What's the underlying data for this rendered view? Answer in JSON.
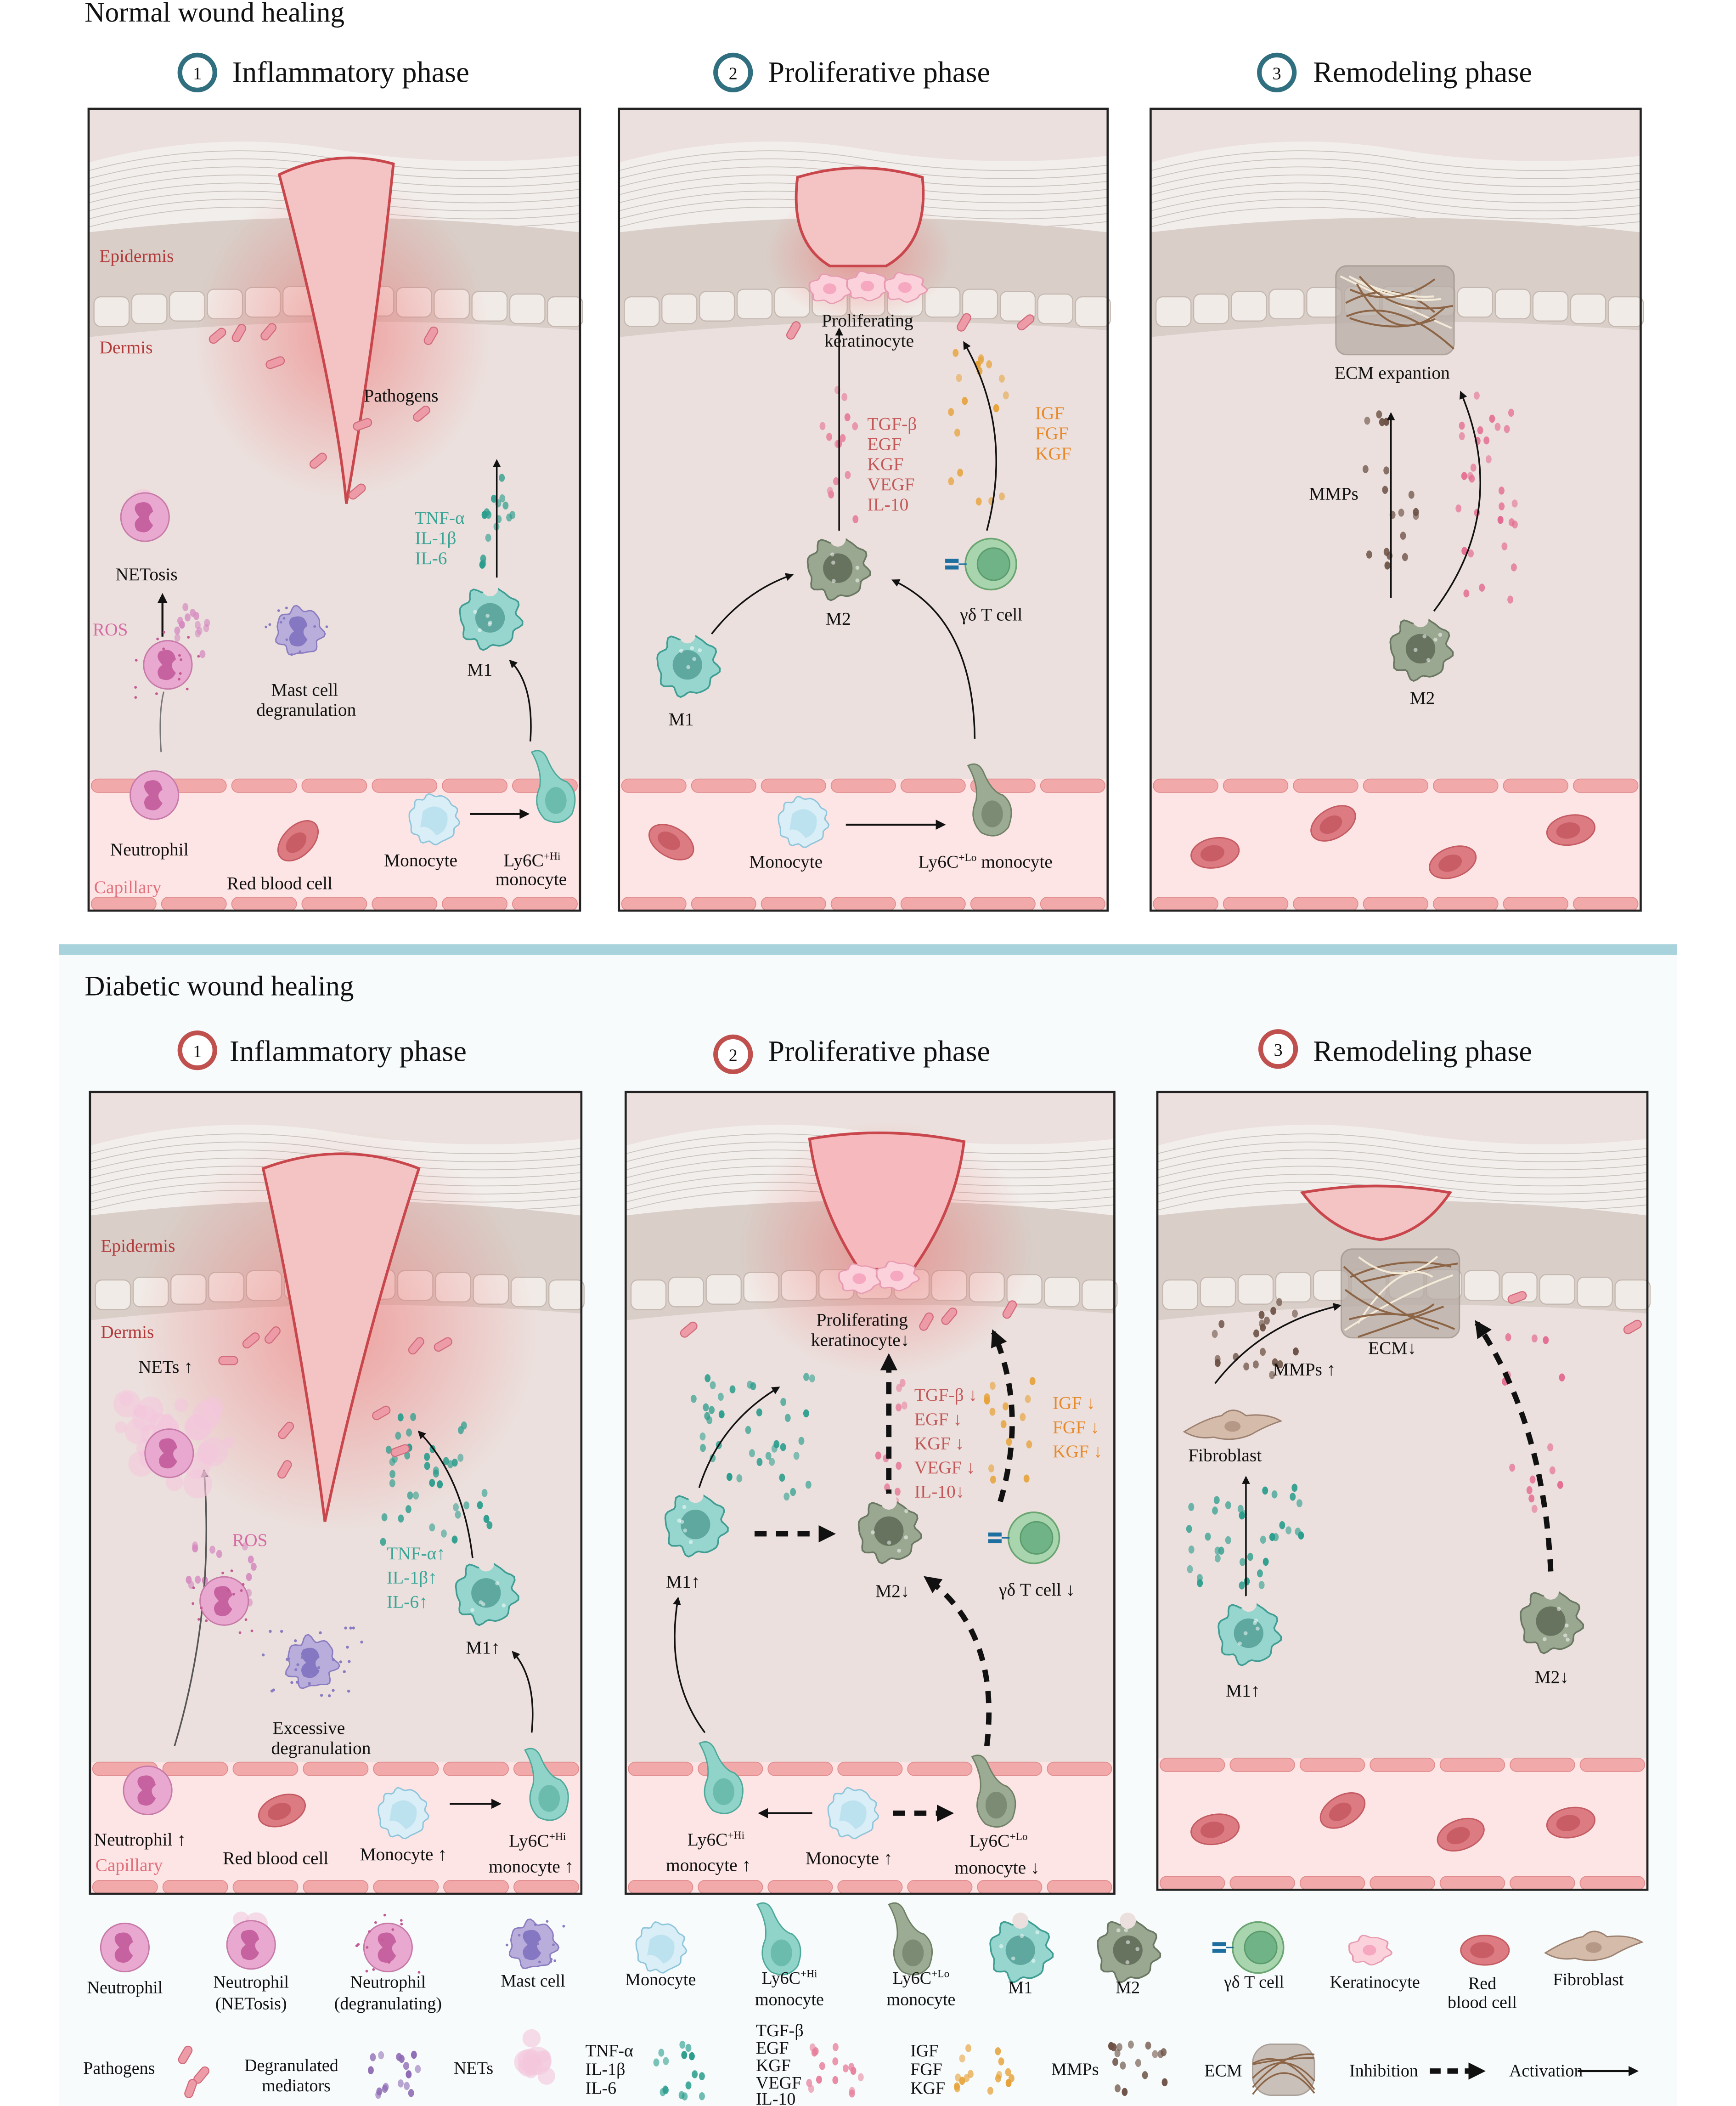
{
  "normal": {
    "title": "Normal wound healing",
    "phases": [
      {
        "num": "1",
        "title": "Inflammatory phase"
      },
      {
        "num": "2",
        "title": "Proliferative phase"
      },
      {
        "num": "3",
        "title": "Remodeling phase"
      }
    ],
    "p1": {
      "epidermis": "Epidermis",
      "dermis": "Dermis",
      "capillary": "Capillary",
      "pathogens": "Pathogens",
      "netosis": "NETosis",
      "ros": "ROS",
      "mast1": "Mast cell",
      "mast2": "degranulation",
      "neutrophil": "Neutrophil",
      "rbc": "Red blood cell",
      "monocyte": "Monocyte",
      "ly6c": "Ly6C",
      "ly6c_sup": "+Hi",
      "ly6c_2": "monocyte",
      "m1": "M1",
      "cytokines": [
        "TNF-α",
        "IL-1β",
        "IL-6"
      ]
    },
    "p2": {
      "prolif1": "Proliferating",
      "prolif2": "keratinocyte",
      "growth": [
        "TGF-β",
        "EGF",
        "KGF",
        "VEGF",
        "IL-10"
      ],
      "igf": [
        "IGF",
        "FGF",
        "KGF"
      ],
      "m2": "M2",
      "m1": "M1",
      "tcell": "γδ T cell",
      "monocyte": "Monocyte",
      "ly6c": "Ly6C",
      "ly6c_sup": "+Lo",
      "ly6c_2": " monocyte"
    },
    "p3": {
      "ecm": "ECM expantion",
      "mmps": "MMPs",
      "m2": "M2"
    }
  },
  "diabetic": {
    "title": "Diabetic wound healing",
    "phases": [
      {
        "num": "1",
        "title": "Inflammatory phase"
      },
      {
        "num": "2",
        "title": "Proliferative phase"
      },
      {
        "num": "3",
        "title": "Remodeling phase"
      }
    ],
    "p1": {
      "epidermis": "Epidermis",
      "dermis": "Dermis",
      "capillary": "Capillary",
      "nets": "NETs ↑",
      "ros": "ROS",
      "mast1": "Excessive",
      "mast2": "degranulation",
      "neutrophil": "Neutrophil ↑",
      "rbc": "Red blood cell",
      "monocyte": "Monocyte ↑",
      "ly6c": "Ly6C",
      "ly6c_sup": "+Hi",
      "ly6c_2": "monocyte ↑",
      "m1": "M1↑",
      "cytokines": [
        "TNF-α↑",
        "IL-1β↑",
        "IL-6↑"
      ]
    },
    "p2": {
      "prolif1": "Proliferating",
      "prolif2": "keratinocyte↓",
      "growth": [
        "TGF-β ↓",
        "EGF ↓",
        "KGF ↓",
        "VEGF ↓",
        "IL-10↓"
      ],
      "igf": [
        "IGF ↓",
        "FGF ↓",
        "KGF ↓"
      ],
      "m1": "M1↑",
      "m2": "M2↓",
      "tcell": "γδ T cell  ↓",
      "ly6chi": "Ly6C",
      "ly6chi_sup": "+Hi",
      "ly6chi_2": "monocyte ↑",
      "monocyte": "Monocyte ↑",
      "ly6clo": "Ly6C",
      "ly6clo_sup": "+Lo",
      "ly6clo_2": "monocyte ↓"
    },
    "p3": {
      "ecm": "ECM↓",
      "mmps": "MMPs ↑",
      "fibroblast": "Fibroblast",
      "m1": "M1↑",
      "m2": "M2↓"
    }
  },
  "legend": {
    "cells": [
      {
        "icon": "neutrophil",
        "l1": "Neutrophil",
        "l2": ""
      },
      {
        "icon": "neutrophil-netosis",
        "l1": "Neutrophil",
        "l2": "(NETosis)"
      },
      {
        "icon": "neutrophil-degranulating",
        "l1": "Neutrophil",
        "l2": "(degranulating)"
      },
      {
        "icon": "mast-cell",
        "l1": "Mast cell",
        "l2": ""
      },
      {
        "icon": "monocyte",
        "l1": "Monocyte",
        "l2": ""
      },
      {
        "icon": "ly6c-hi-monocyte",
        "l1": "Ly6C",
        "sup": "+Hi",
        "l2": "monocyte"
      },
      {
        "icon": "ly6c-lo-monocyte",
        "l1": "Ly6C",
        "sup": "+Lo",
        "l2": "monocyte"
      },
      {
        "icon": "m1-macrophage",
        "l1": "M1",
        "l2": ""
      },
      {
        "icon": "m2-macrophage",
        "l1": "M2",
        "l2": ""
      },
      {
        "icon": "gamma-delta-t-cell",
        "l1": "γδ T cell",
        "l2": ""
      },
      {
        "icon": "keratinocyte",
        "l1": "Keratinocyte",
        "l2": ""
      },
      {
        "icon": "red-blood-cell",
        "l1": "Red",
        "l2": "blood cell"
      },
      {
        "icon": "fibroblast",
        "l1": "Fibroblast",
        "l2": ""
      }
    ],
    "pathogens": "Pathogens",
    "degranulated": [
      "Degranulated",
      "mediators"
    ],
    "nets": "NETs",
    "cytokines": [
      "TNF-α",
      "IL-1β",
      "IL-6"
    ],
    "growth": [
      "TGF-β",
      "EGF",
      "KGF",
      "VEGF",
      "IL-10"
    ],
    "igf": [
      "IGF",
      "FGF",
      "KGF"
    ],
    "mmps": "MMPs",
    "ecm": "ECM",
    "inhibition": "Inhibition",
    "activation": "Activation"
  },
  "colors": {
    "normal_accent": "#2f6f80",
    "diabetic_accent": "#c0504d",
    "divider": "#a8d3dc",
    "cytokine_teal": "#3aa596",
    "growth_factor_red": "#c45858",
    "igf_orange": "#e8892a",
    "wound": "#f4c4c4"
  }
}
